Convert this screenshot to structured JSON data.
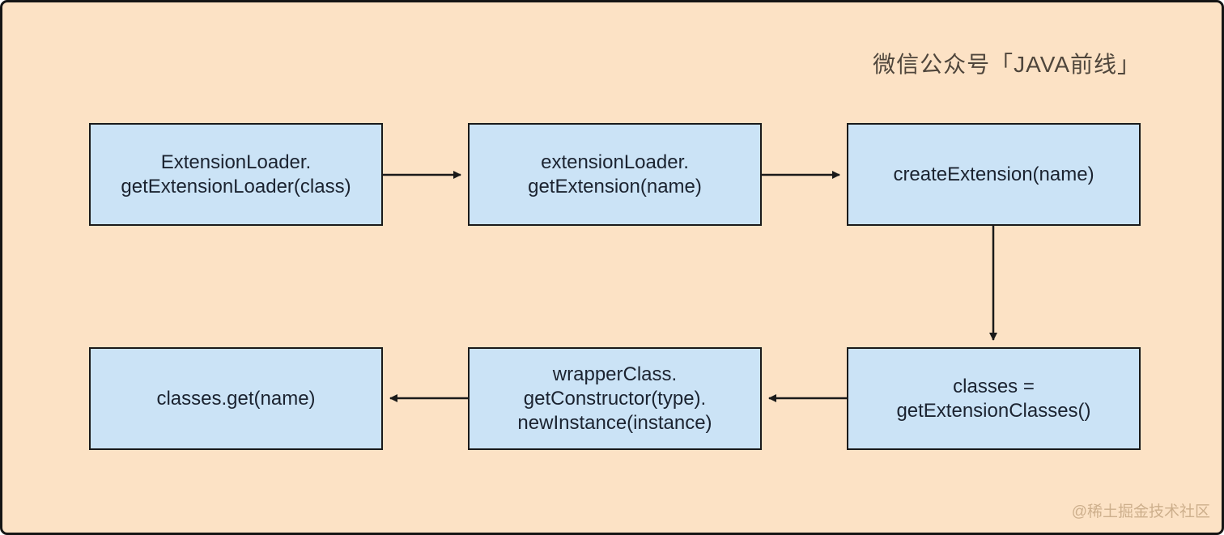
{
  "page": {
    "background_color": "#FCE2C5",
    "outer_border_color": "#151515"
  },
  "header": {
    "title": "微信公众号「JAVA前线」",
    "title_color": "#4F463C"
  },
  "watermark": {
    "text": "@稀土掘金技术社区",
    "color": "#CDAF8C"
  },
  "flowchart": {
    "node_fill_color": "#CBE3F6",
    "node_border_color": "#1A1A1A",
    "node_text_color": "#1B2330",
    "arrow_color": "#1A1A1A",
    "nodes": [
      {
        "id": "get-extension-loader",
        "lines": [
          "ExtensionLoader.",
          "getExtensionLoader(class)"
        ]
      },
      {
        "id": "get-extension",
        "lines": [
          "extensionLoader.",
          "getExtension(name)"
        ]
      },
      {
        "id": "create-extension",
        "lines": [
          "createExtension(name)"
        ]
      },
      {
        "id": "get-extension-classes",
        "lines": [
          "classes =",
          "getExtensionClasses()"
        ]
      },
      {
        "id": "new-instance",
        "lines": [
          "wrapperClass.",
          "getConstructor(type).",
          "newInstance(instance)"
        ]
      },
      {
        "id": "classes-get",
        "lines": [
          "classes.get(name)"
        ]
      }
    ],
    "edges": [
      {
        "from": "ExtensionLoader.getExtensionLoader(class)",
        "to": "extensionLoader.getExtension(name)",
        "direction": "right"
      },
      {
        "from": "extensionLoader.getExtension(name)",
        "to": "createExtension(name)",
        "direction": "right"
      },
      {
        "from": "createExtension(name)",
        "to": "classes = getExtensionClasses()",
        "direction": "down"
      },
      {
        "from": "classes = getExtensionClasses()",
        "to": "wrapperClass.getConstructor(type).newInstance(instance)",
        "direction": "left"
      },
      {
        "from": "wrapperClass.getConstructor(type).newInstance(instance)",
        "to": "classes.get(name)",
        "direction": "left"
      }
    ]
  }
}
